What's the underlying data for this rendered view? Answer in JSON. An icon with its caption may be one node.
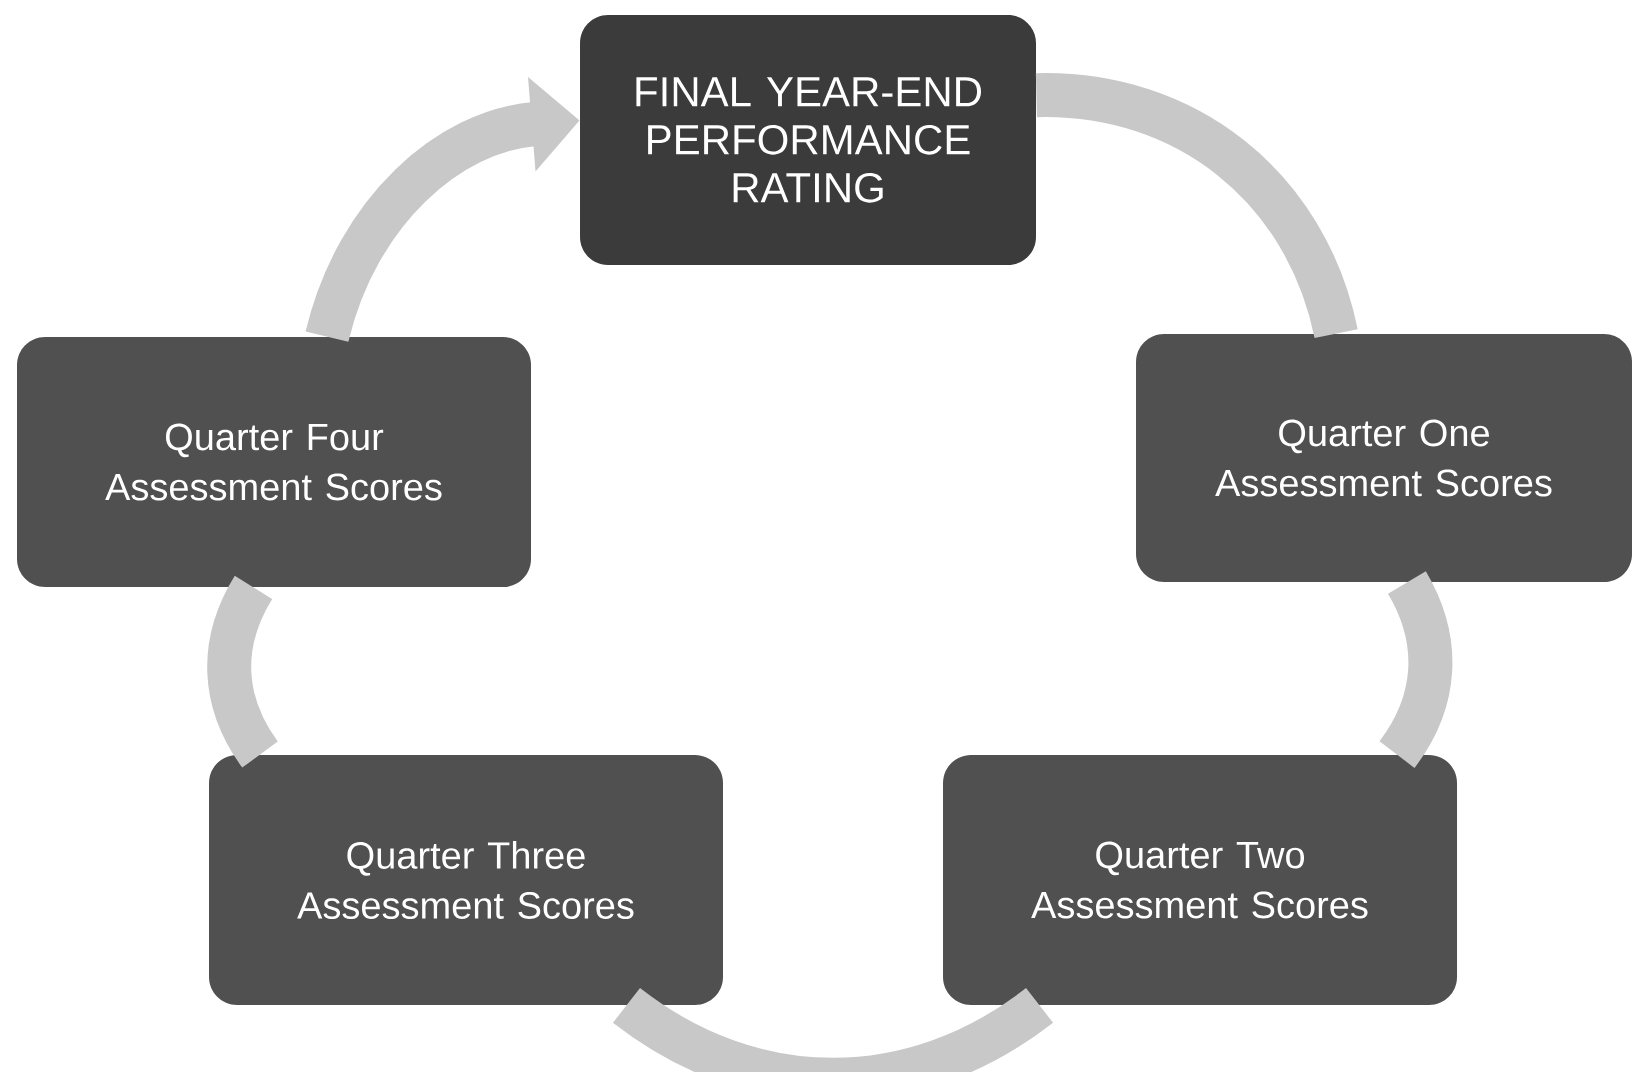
{
  "diagram": {
    "nodes": [
      {
        "text": [
          "FINAL YEAR-END PERFORMANCE RATING"
        ]
      },
      {
        "text": [
          "Quarter One Assessment Scores"
        ]
      },
      {
        "text": [
          "Quarter Two Assessment Scores"
        ]
      },
      {
        "text": [
          "Quarter Three Assessment Scores"
        ]
      },
      {
        "text": [
          "Quarter Four Assessment Scores"
        ]
      }
    ],
    "edges": [
      {
        "from": 0,
        "to": 1,
        "arrow": "none"
      },
      {
        "from": 1,
        "to": 2,
        "arrow": "none"
      },
      {
        "from": 2,
        "to": 3,
        "arrow": "none"
      },
      {
        "from": 3,
        "to": 4,
        "arrow": "none"
      },
      {
        "from": 4,
        "to": 0,
        "arrow": "to"
      }
    ]
  }
}
